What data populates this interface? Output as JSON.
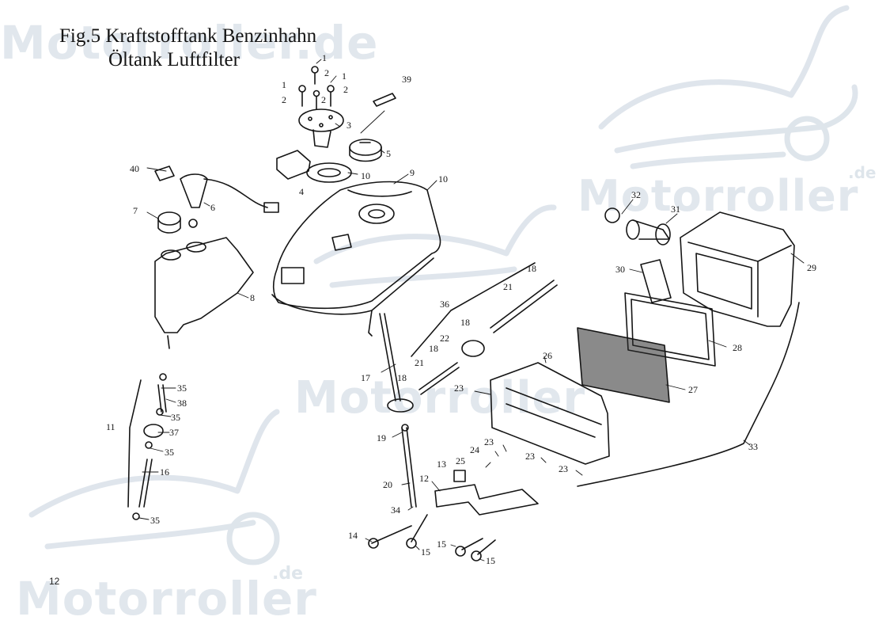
{
  "title": {
    "line1": "Fig.5  Kraftstofftank Benzinhahn",
    "line2": "Öltank Luftfilter"
  },
  "page_number": "12",
  "watermark": {
    "brand": "Motorroller",
    "suffix": ".de",
    "header_brand": "Motorroller.de"
  },
  "colors": {
    "ink": "#151515",
    "watermark": "#c9d4df"
  },
  "callouts": [
    "1",
    "1",
    "1",
    "2",
    "2",
    "2",
    "2",
    "3",
    "39",
    "5",
    "10",
    "4",
    "9",
    "10",
    "40",
    "6",
    "7",
    "8",
    "32",
    "31",
    "29",
    "30",
    "18",
    "21",
    "36",
    "18",
    "22",
    "18",
    "21",
    "28",
    "26",
    "27",
    "17",
    "18",
    "23",
    "33",
    "35",
    "38",
    "35",
    "11",
    "37",
    "35",
    "16",
    "35",
    "19",
    "23",
    "24",
    "25",
    "13",
    "23",
    "23",
    "12",
    "20",
    "34",
    "14",
    "15",
    "15",
    "15"
  ]
}
